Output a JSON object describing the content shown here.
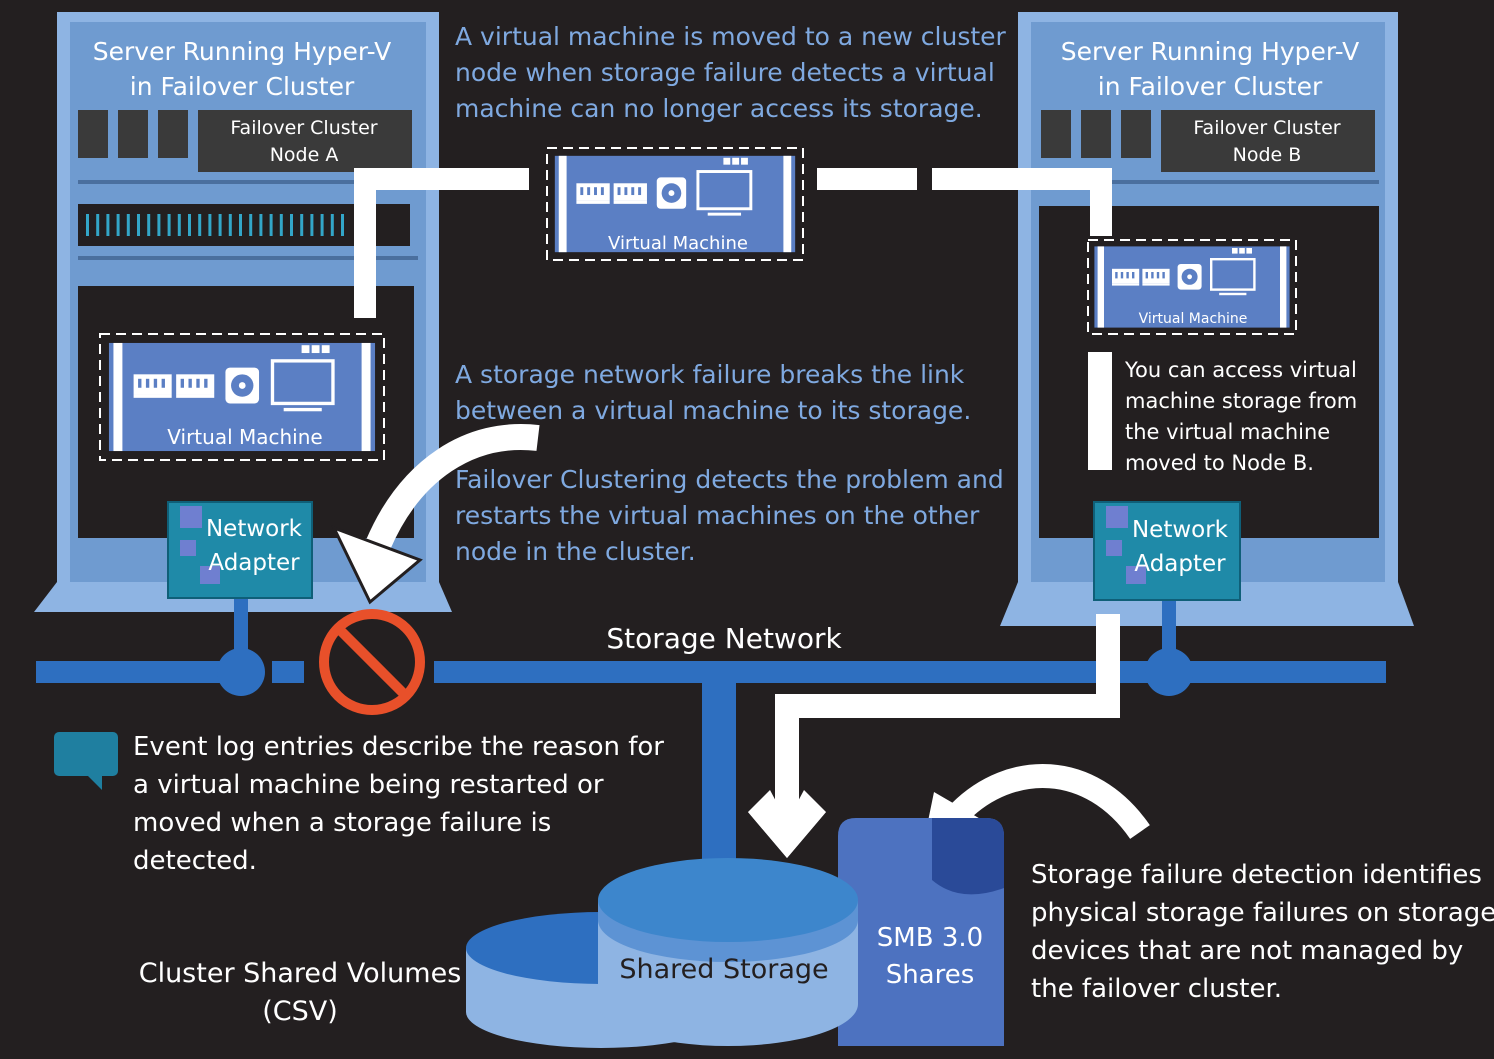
{
  "colors": {
    "background": "#231f20",
    "server_light": "#8eb4e3",
    "server_mid": "#6f9bd0",
    "caption_blue": "#7fa9e0",
    "vm_blue": "#5b7fc4",
    "network_blue": "#2e6fc0",
    "adapter_teal": "#1f8aa8",
    "white": "#ffffff",
    "stop_red": "#e8502a",
    "dark_panel": "#3a3a3a",
    "smb_blue": "#4d72c0"
  },
  "server_a": {
    "title_line1": "Server Running Hyper-V",
    "title_line2": "in Failover Cluster",
    "node_line1": "Failover Cluster",
    "node_line2": "Node A",
    "vm_label": "Virtual Machine",
    "adapter_line1": "Network",
    "adapter_line2": "Adapter"
  },
  "server_b": {
    "title_line1": "Server Running Hyper-V",
    "title_line2": "in Failover Cluster",
    "node_line1": "Failover Cluster",
    "node_line2": "Node B",
    "vm_label": "Virtual Machine",
    "adapter_line1": "Network",
    "adapter_line2": "Adapter",
    "note": [
      "You can access virtual",
      "machine storage from",
      "the virtual machine",
      "moved to Node B."
    ]
  },
  "moving_vm": {
    "label": "Virtual Machine"
  },
  "captions": {
    "top": [
      "A virtual machine is moved to a new cluster",
      "node when storage failure detects a virtual",
      "machine can no longer access its storage."
    ],
    "network_failure": [
      "A storage network failure breaks the link",
      "between a virtual machine to its storage."
    ],
    "failover": [
      "Failover Clustering detects the problem and",
      "restarts the virtual machines on the other",
      "node in the cluster."
    ],
    "event_log": [
      "Event log entries describe the reason for",
      "a virtual machine being restarted or",
      "moved when a storage failure is",
      "detected."
    ],
    "storage_detection": [
      "Storage failure detection identifies",
      "physical storage failures on storage",
      "devices that are not managed by",
      "the failover cluster."
    ]
  },
  "network_label": "Storage Network",
  "storage": {
    "shared_label": "Shared Storage",
    "csv_line1": "Cluster Shared Volumes",
    "csv_line2": "(CSV)",
    "smb_line1": "SMB 3.0",
    "smb_line2": "Shares"
  },
  "icons": [
    "ram-icon",
    "disk-icon",
    "monitor-icon",
    "stop-icon",
    "speech-bubble-icon",
    "arrow-icon"
  ]
}
